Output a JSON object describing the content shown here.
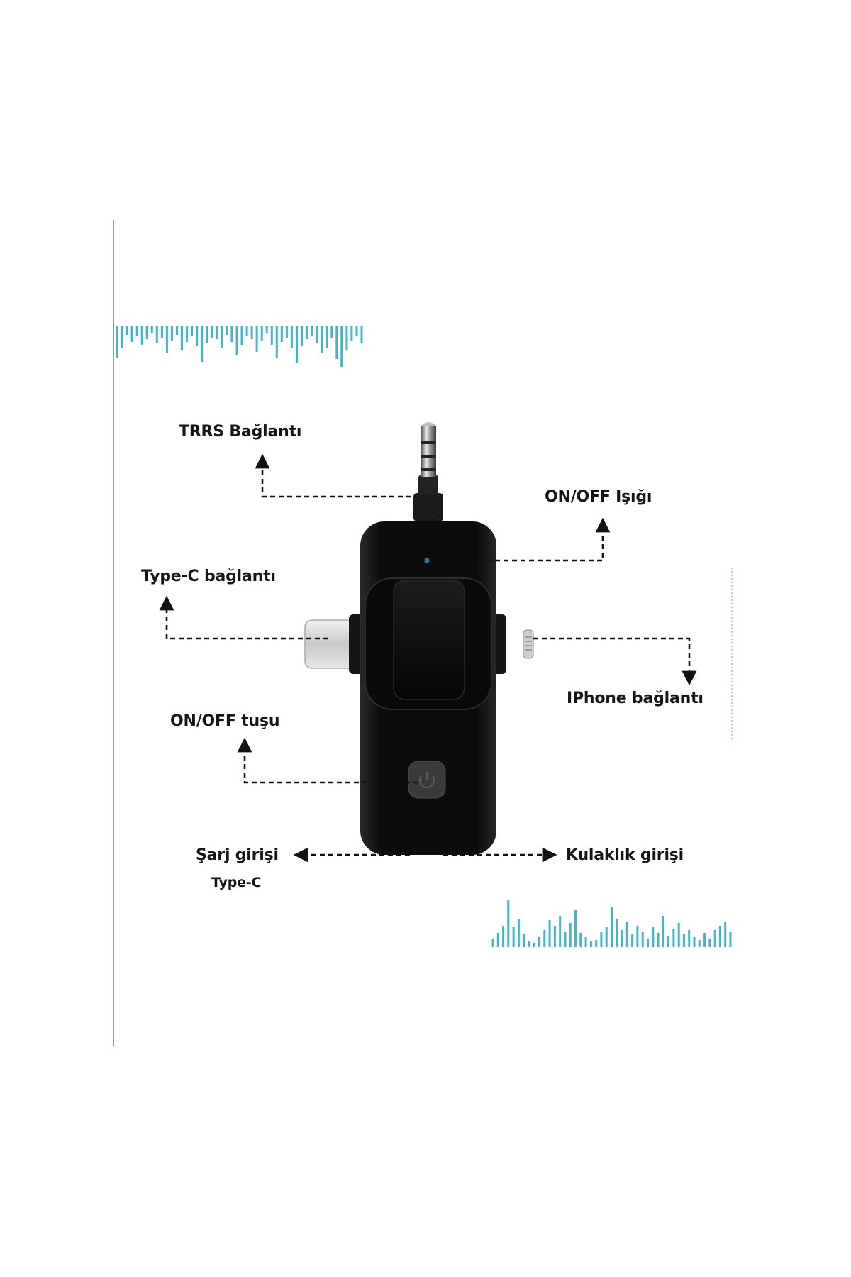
{
  "labels": {
    "trrs": "TRRS Bağlantı",
    "onoff_light": "ON/OFF Işığı",
    "typec_connection": "Type-C bağlantı",
    "iphone_connection": "IPhone bağlantı",
    "onoff_button": "ON/OFF tuşu",
    "charge_input": "Şarj girişi",
    "charge_input_sub": "Type-C",
    "headphone_input": "Kulaklık girişi"
  },
  "colors": {
    "waveform": "#3db7cc",
    "device_body": "#111111",
    "text": "#151515",
    "arrow": "#111111"
  },
  "icons": {
    "power": "power-icon"
  }
}
